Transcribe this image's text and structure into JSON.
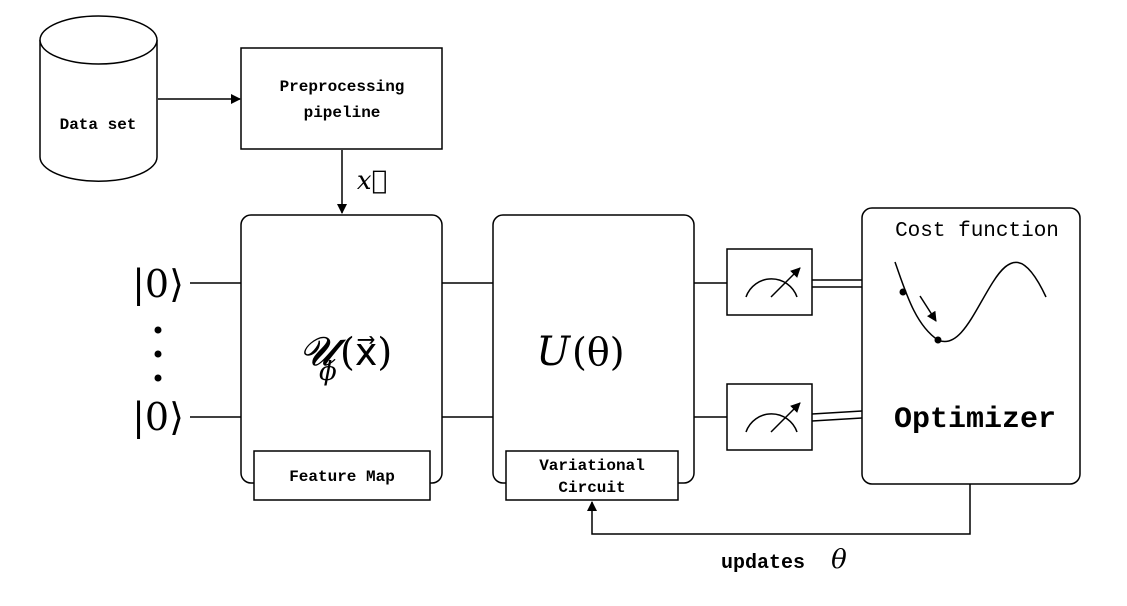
{
  "nodes": {
    "dataset": {
      "label": "Data set"
    },
    "preprocessing": {
      "line1": "Preprocessing",
      "line2": "pipeline"
    },
    "feature_map": {
      "operator": "𝓤",
      "subscript": "ϕ",
      "argument": "(x⃗)",
      "caption": "Feature Map"
    },
    "variational_circuit": {
      "operator": "U",
      "argument": "(θ)",
      "caption_line1": "Variational",
      "caption_line2": "Circuit"
    },
    "optimizer": {
      "cost_label": "Cost function",
      "label": "Optimizer"
    }
  },
  "qubits": {
    "top_ket": "|0⟩",
    "bottom_ket": "|0⟩",
    "ellipsis": "⋮"
  },
  "edges": {
    "x_vector_label": "x⃗",
    "feedback_label": "updates",
    "feedback_param": "θ"
  },
  "icons": [
    "database-icon",
    "meter-icon",
    "cost-curve-icon"
  ]
}
